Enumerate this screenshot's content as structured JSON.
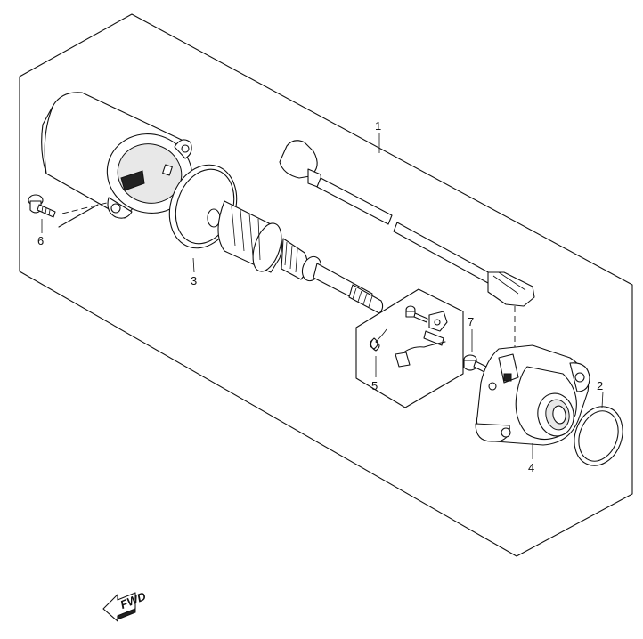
{
  "labels": {
    "part_1": "1",
    "part_2": "2",
    "part_3": "3",
    "part_4": "4",
    "part_5": "5",
    "part_6": "6",
    "part_7": "7"
  },
  "fwd_mark": "FWD",
  "icons": {
    "fwd_arrow": "fwd-arrow-icon"
  },
  "colors": {
    "line": "#111111",
    "background": "#ffffff"
  }
}
